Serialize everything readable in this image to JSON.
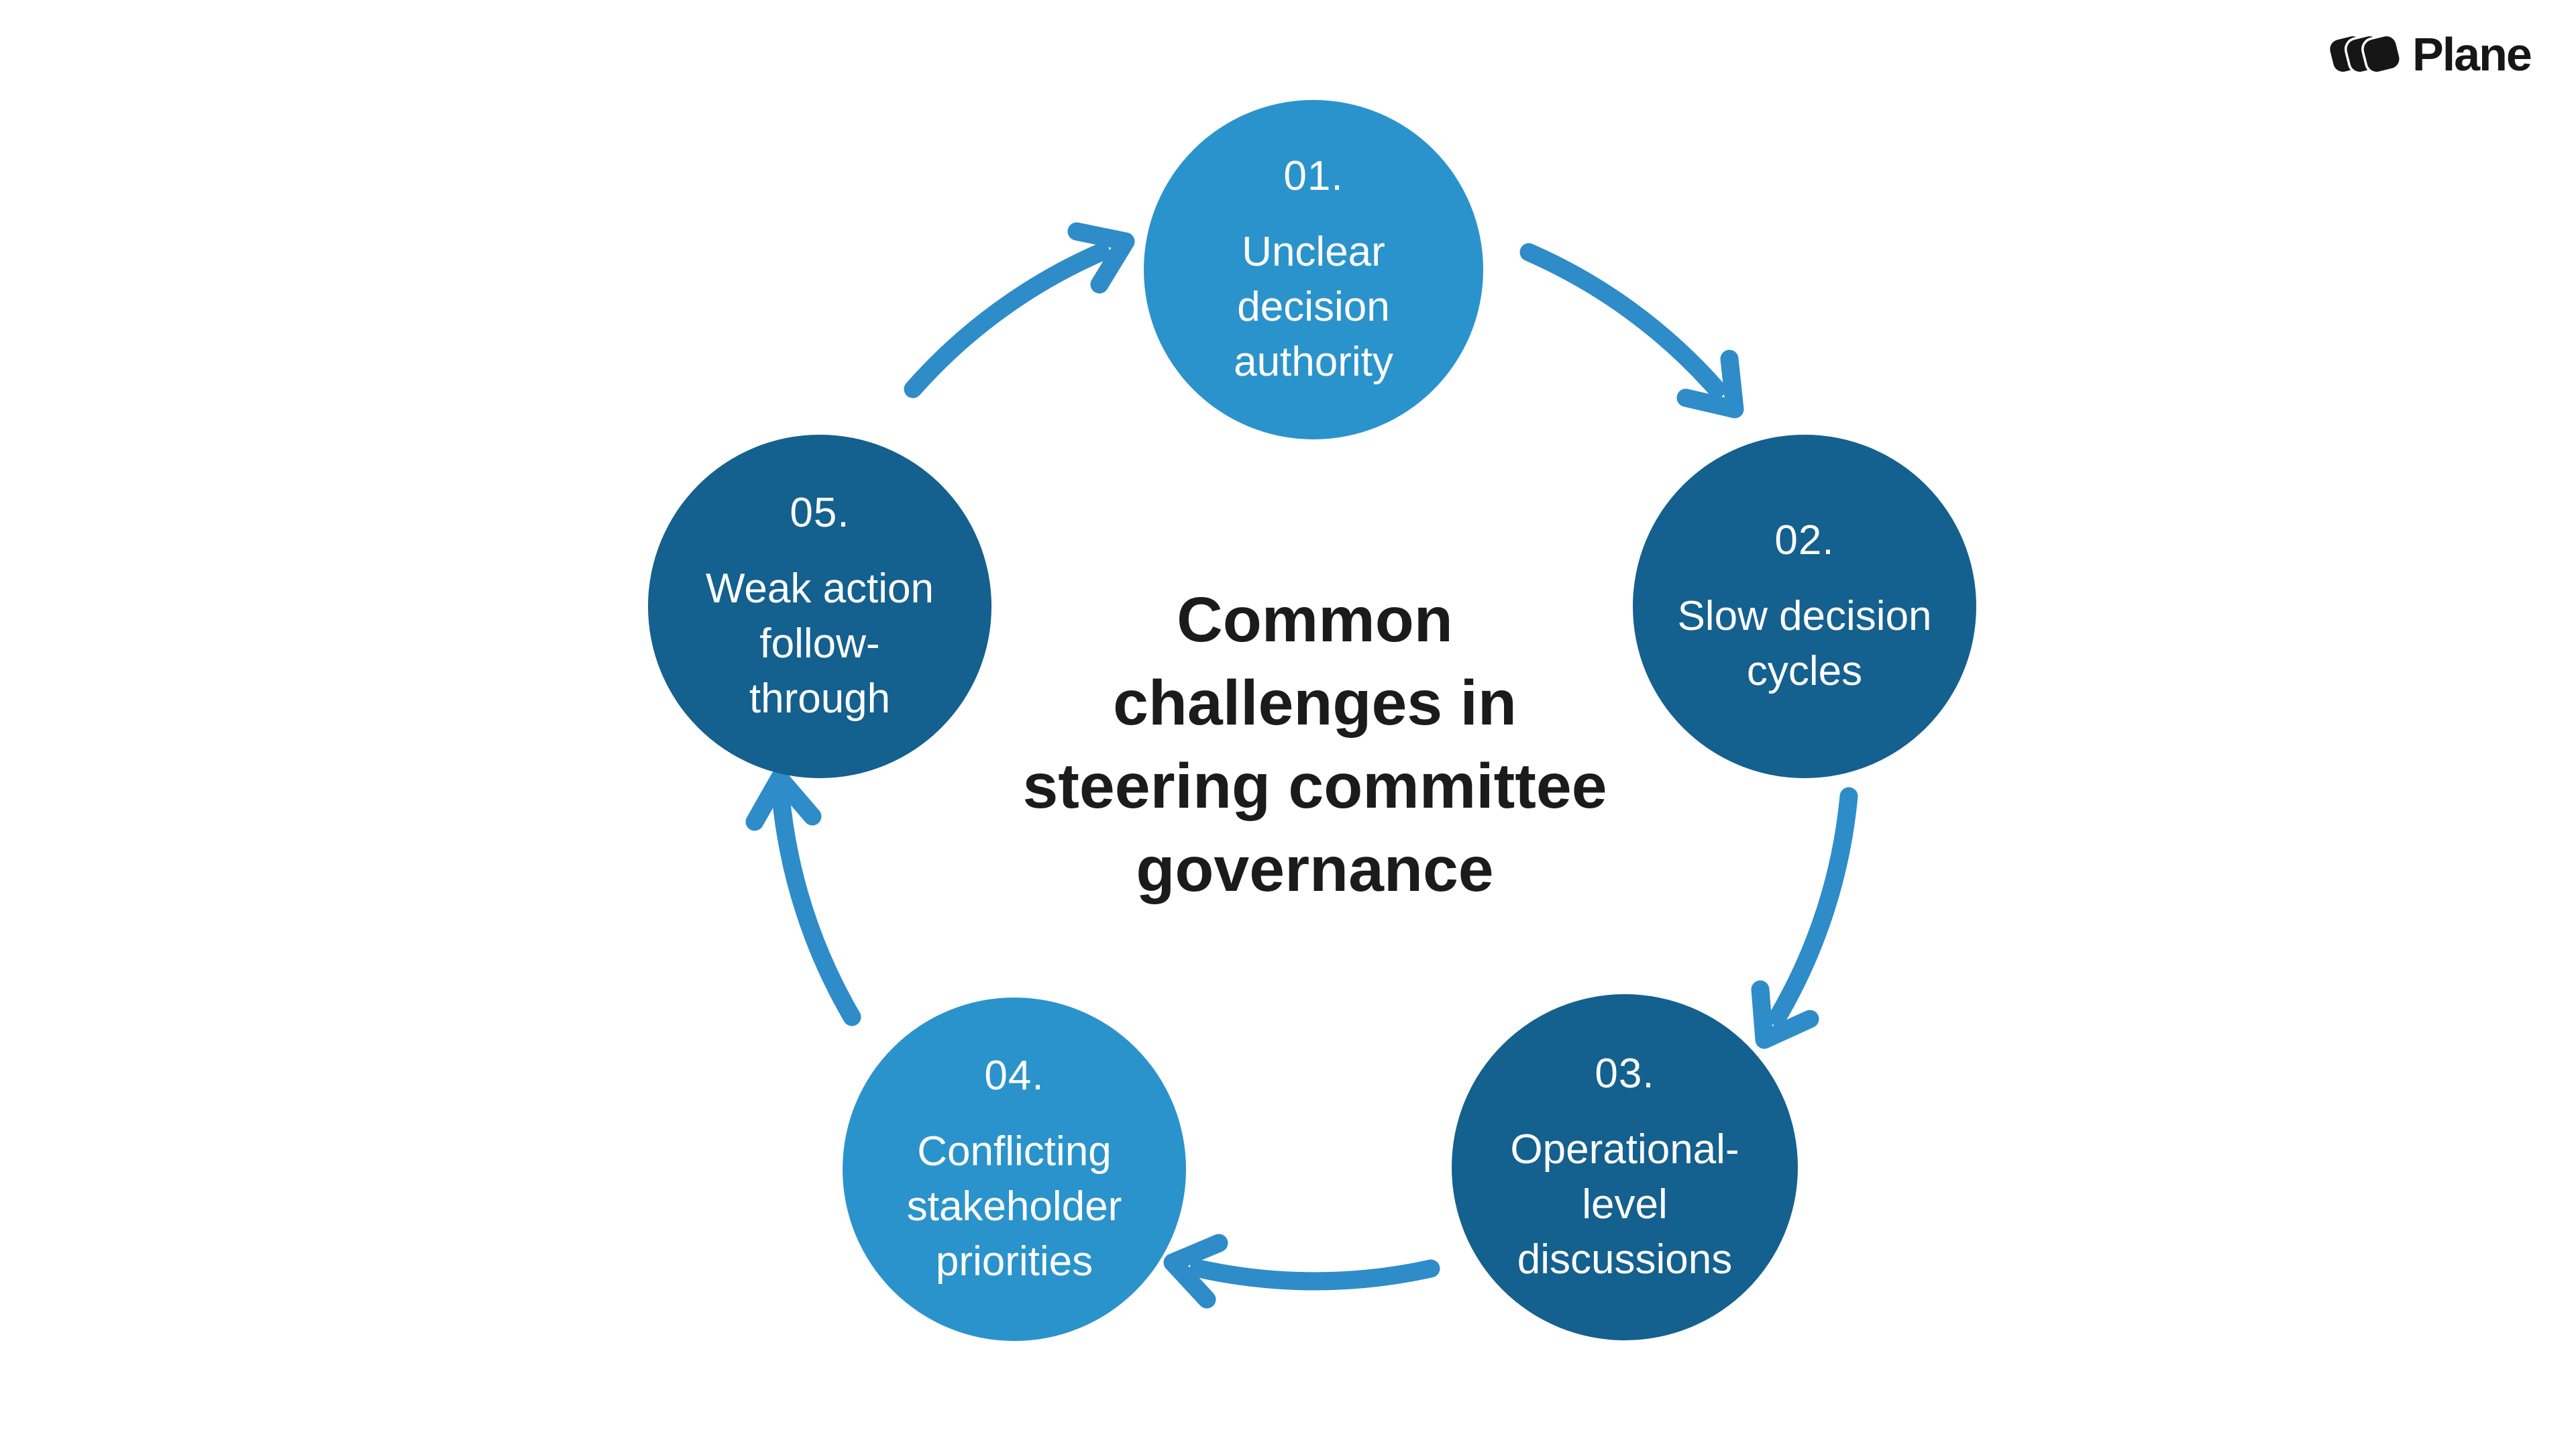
{
  "brand": {
    "name": "Plane"
  },
  "title": {
    "full": "Common challenges in steering committee governance",
    "lines": [
      "Common",
      "challenges in",
      "steering committee",
      "governance"
    ]
  },
  "steps": [
    {
      "number": "01.",
      "label": "Unclear decision authority",
      "lines": [
        "Unclear",
        "decision",
        "authority"
      ],
      "color": "#2B93CB"
    },
    {
      "number": "02.",
      "label": "Slow decision cycles",
      "lines": [
        "Slow decision",
        "cycles"
      ],
      "color": "#14608F"
    },
    {
      "number": "03.",
      "label": "Operational-level discussions",
      "lines": [
        "Operational-",
        "level",
        "discussions"
      ],
      "color": "#14608F"
    },
    {
      "number": "04.",
      "label": "Conflicting stakeholder priorities",
      "lines": [
        "Conflicting",
        "stakeholder",
        "priorities"
      ],
      "color": "#2B93CB"
    },
    {
      "number": "05.",
      "label": "Weak action follow-through",
      "lines": [
        "Weak action",
        "follow-",
        "through"
      ],
      "color": "#14608F"
    }
  ],
  "colors": {
    "arrow": "#2E8CC9",
    "light_circle": "#2B93CB",
    "dark_circle": "#14608F",
    "title_text": "#1B1B1B",
    "circle_text": "#FFFFFF",
    "logo": "#161616",
    "background": "#FFFFFF"
  }
}
